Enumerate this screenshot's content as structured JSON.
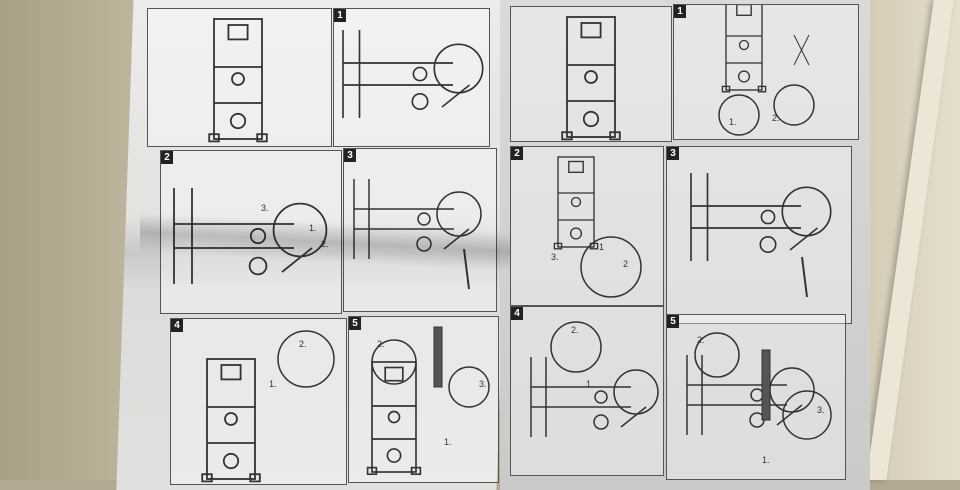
{
  "manual": {
    "left_page": {
      "panels": [
        {
          "step": ""
        },
        {
          "step": "1"
        },
        {
          "step": "2",
          "labels": [
            "3.",
            "2.",
            "1."
          ]
        },
        {
          "step": "3"
        },
        {
          "step": "4",
          "labels": [
            "2.",
            "1."
          ]
        },
        {
          "step": "5",
          "labels": [
            "2.",
            "3.",
            "1."
          ]
        }
      ]
    },
    "right_page": {
      "panels": [
        {
          "step": ""
        },
        {
          "step": "1",
          "labels": [
            "1.",
            "2."
          ]
        },
        {
          "step": "2",
          "labels": [
            "3.",
            "1",
            "2"
          ]
        },
        {
          "step": "3"
        },
        {
          "step": "4",
          "labels": [
            "2.",
            "1."
          ]
        },
        {
          "step": "5",
          "labels": [
            "2.",
            "3.",
            "1."
          ]
        }
      ]
    }
  },
  "colors": {
    "paper": "#e4e4e2",
    "ink": "#333333",
    "wall": "#b3a992"
  }
}
